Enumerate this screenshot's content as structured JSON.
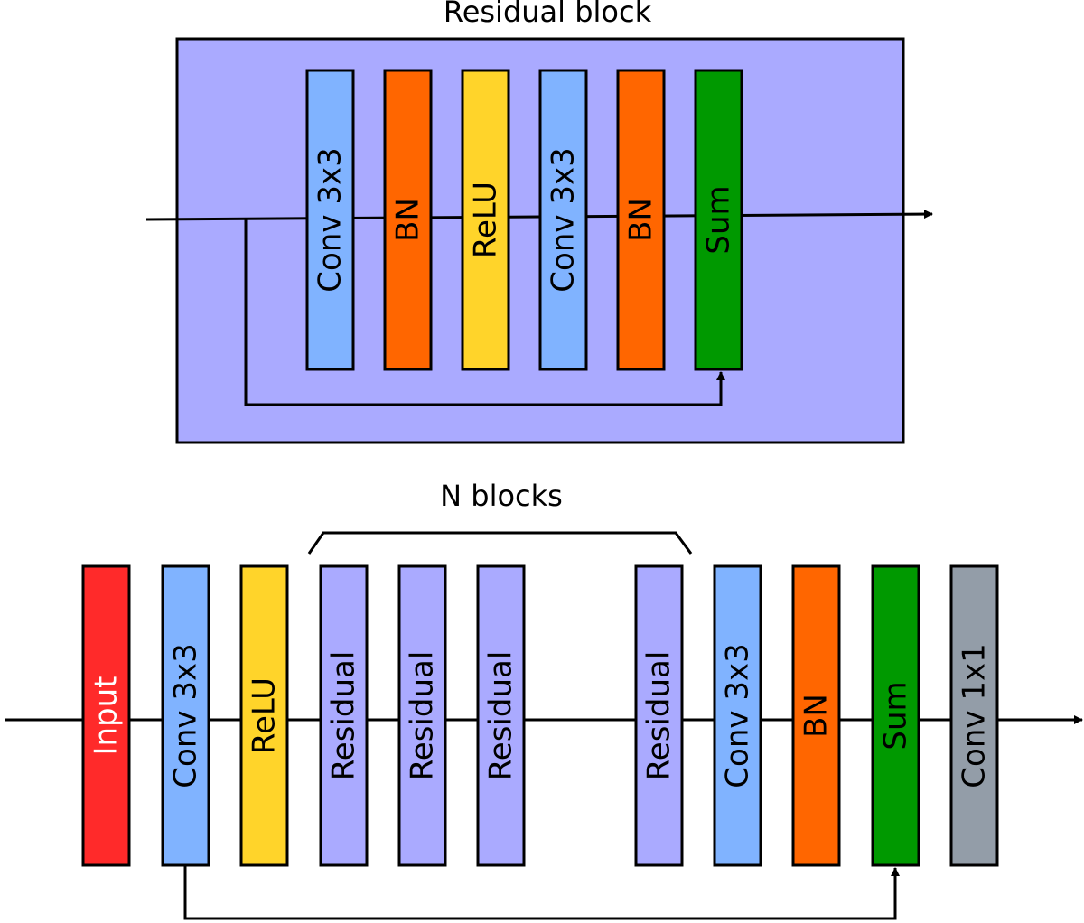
{
  "titles": {
    "residual_block": "Residual block",
    "n_blocks": "N blocks"
  },
  "colors": {
    "conv": "#80b3ff",
    "bn": "#ff6600",
    "relu": "#ffd42a",
    "sum": "#009900",
    "input": "#ff2a2a",
    "residual": "#aaaaff",
    "conv1x1": "#939da8",
    "residual_background": "#aaaaff"
  },
  "residual_block": {
    "blocks": [
      {
        "label": "Conv 3x3",
        "kind": "conv"
      },
      {
        "label": "BN",
        "kind": "bn"
      },
      {
        "label": "ReLU",
        "kind": "relu"
      },
      {
        "label": "Conv 3x3",
        "kind": "conv"
      },
      {
        "label": "BN",
        "kind": "bn"
      },
      {
        "label": "Sum",
        "kind": "sum"
      }
    ]
  },
  "network": {
    "blocks": [
      {
        "label": "Input",
        "kind": "input",
        "text_color": "#ffffff"
      },
      {
        "label": "Conv 3x3",
        "kind": "conv"
      },
      {
        "label": "ReLU",
        "kind": "relu"
      },
      {
        "label": "Residual",
        "kind": "residual"
      },
      {
        "label": "Residual",
        "kind": "residual"
      },
      {
        "label": "Residual",
        "kind": "residual"
      },
      {
        "label": "Residual",
        "kind": "residual"
      },
      {
        "label": "Conv 3x3",
        "kind": "conv"
      },
      {
        "label": "BN",
        "kind": "bn"
      },
      {
        "label": "Sum",
        "kind": "sum"
      },
      {
        "label": "Conv 1x1",
        "kind": "conv1x1"
      }
    ]
  }
}
